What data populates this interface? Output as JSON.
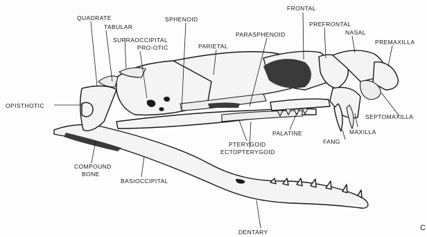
{
  "labels": {
    "quadrate": "QUADRATE",
    "tabular": "TABULAR",
    "supraoccipital": "SUPRAOCCIPITAL",
    "prootic": "PRO-OTIC",
    "sphenoid": "SPHENOID",
    "parietal": "PARIETAL",
    "parasphenoid": "PARASPHENOID",
    "frontal": "FRONTAL",
    "prefrontal": "PREFRONTAL",
    "nasal": "NASAL",
    "premaxilla": "PREMAXILLA",
    "opisthotic": "OPISTHOTIC",
    "septomaxilla": "SEPTOMAXILLA",
    "maxilla": "MAXILLA",
    "fang": "FANG",
    "palatine": "PALATINE",
    "pterygoid": "PTERYGOID",
    "ectopterygoid": "ECTOPTERYGOID",
    "compound": "COMPOUND",
    "bone": "BONE",
    "basioccipital": "BASIOCCIPITAL",
    "dentary": "DENTARY",
    "corner_letter": "C"
  }
}
